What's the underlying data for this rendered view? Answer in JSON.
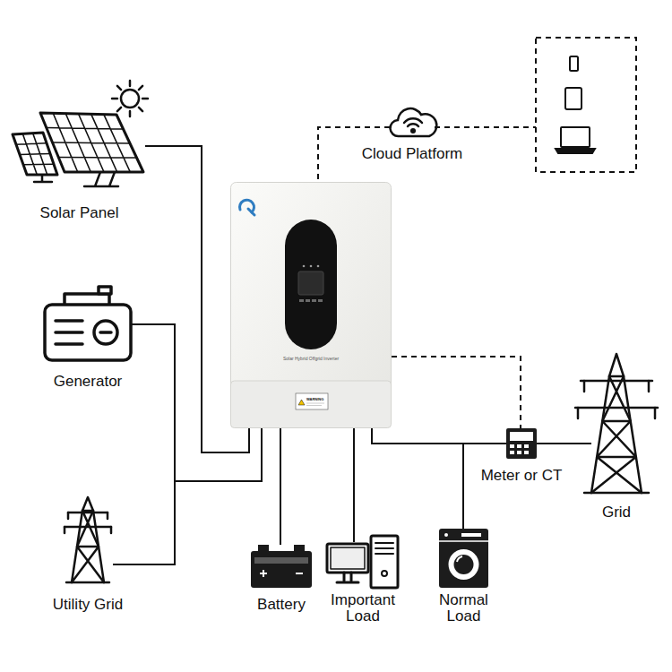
{
  "diagram": {
    "nodes": [
      {
        "text": [
          "Solar Panel"
        ]
      },
      {
        "text": [
          "Cloud Platform"
        ]
      },
      {
        "text": [
          "Solar Hybrid Offgrid Inverter",
          "WARNING"
        ]
      },
      {
        "text": [
          "Generator"
        ]
      },
      {
        "text": [
          "Meter or CT"
        ]
      },
      {
        "text": [
          "Grid"
        ]
      },
      {
        "text": [
          "Utility Grid"
        ]
      },
      {
        "text": [
          "Battery"
        ]
      },
      {
        "text": [
          "Important Load"
        ]
      },
      {
        "text": [
          "Normal Load"
        ]
      }
    ],
    "edges": [
      {
        "from": 0,
        "to": 2,
        "arrow": "none"
      },
      {
        "from": 1,
        "to": 2,
        "arrow": "none"
      },
      {
        "from": 3,
        "to": 2,
        "arrow": "none"
      },
      {
        "from": 6,
        "to": 2,
        "arrow": "none"
      },
      {
        "from": 2,
        "to": 7,
        "arrow": "none"
      },
      {
        "from": 2,
        "to": 8,
        "arrow": "none"
      },
      {
        "from": 2,
        "to": 9,
        "arrow": "none"
      },
      {
        "from": 2,
        "to": 4,
        "arrow": "none"
      },
      {
        "from": 2,
        "to": 4,
        "arrow": "none"
      },
      {
        "from": 4,
        "to": 5,
        "arrow": "none"
      }
    ]
  }
}
